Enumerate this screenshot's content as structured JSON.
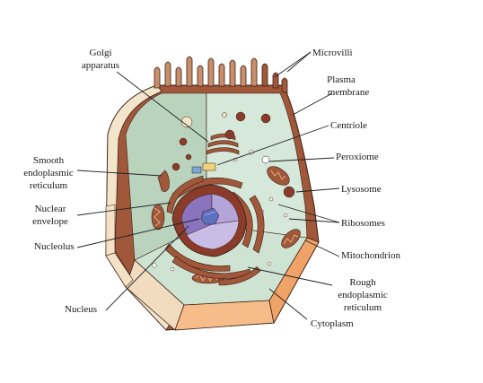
{
  "labels": {
    "golgi_1": "Golgi",
    "golgi_2": "apparatus",
    "microvilli": "Microvilli",
    "plasma_1": "Plasma",
    "plasma_2": "membrane",
    "centriole": "Centriole",
    "smooth_1": "Smooth",
    "smooth_2": "endoplasmic",
    "smooth_3": "reticulum",
    "peroxiome": "Peroxiome",
    "lysosome": "Lysosome",
    "nuclear_env_1": "Nuclear",
    "nuclear_env_2": "envelope",
    "ribosomes": "Ribosomes",
    "nucleolus": "Nucleolus",
    "mitochondrion": "Mitochondrion",
    "rough_1": "Rough",
    "rough_2": "endoplasmic",
    "rough_3": "reticulum",
    "nucleus": "Nucleus",
    "cytoplasm": "Cytoplasm"
  },
  "colors": {
    "cytoplasm_back": "#d3e6d6",
    "cytoplasm_front": "#c9e0cf",
    "membrane_brown": "#a0573a",
    "membrane_cream": "#f3e4cc",
    "membrane_orange": "#f2a76a",
    "organelle_brown": "#8b3b2a",
    "nucleoplasm": "#9a86c9",
    "nucleolus": "#5f6fc0"
  }
}
